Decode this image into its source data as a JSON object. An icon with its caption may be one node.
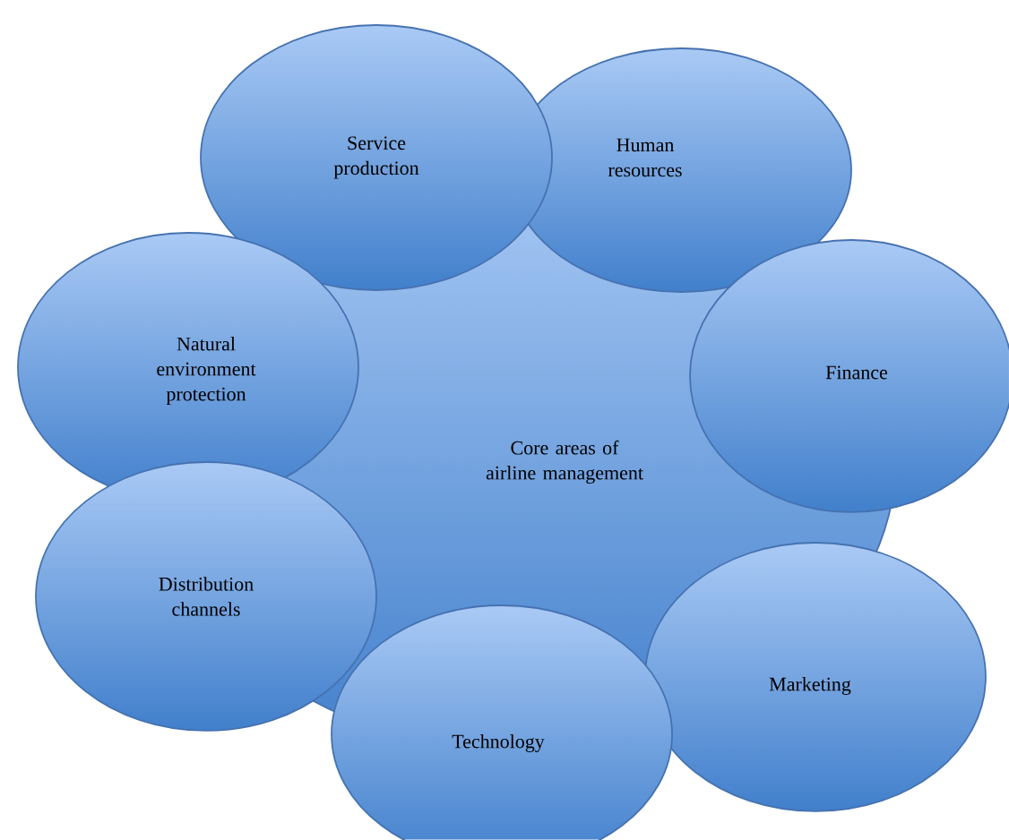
{
  "diagram": {
    "nodes": [
      {
        "text": [
          "Core areas of airline management"
        ]
      },
      {
        "text": [
          "Service production"
        ]
      },
      {
        "text": [
          "Human resources"
        ]
      },
      {
        "text": [
          "Natural environment protection"
        ]
      },
      {
        "text": [
          "Finance"
        ]
      },
      {
        "text": [
          "Distribution channels"
        ]
      },
      {
        "text": [
          "Marketing"
        ]
      },
      {
        "text": [
          "Technology"
        ]
      }
    ]
  }
}
